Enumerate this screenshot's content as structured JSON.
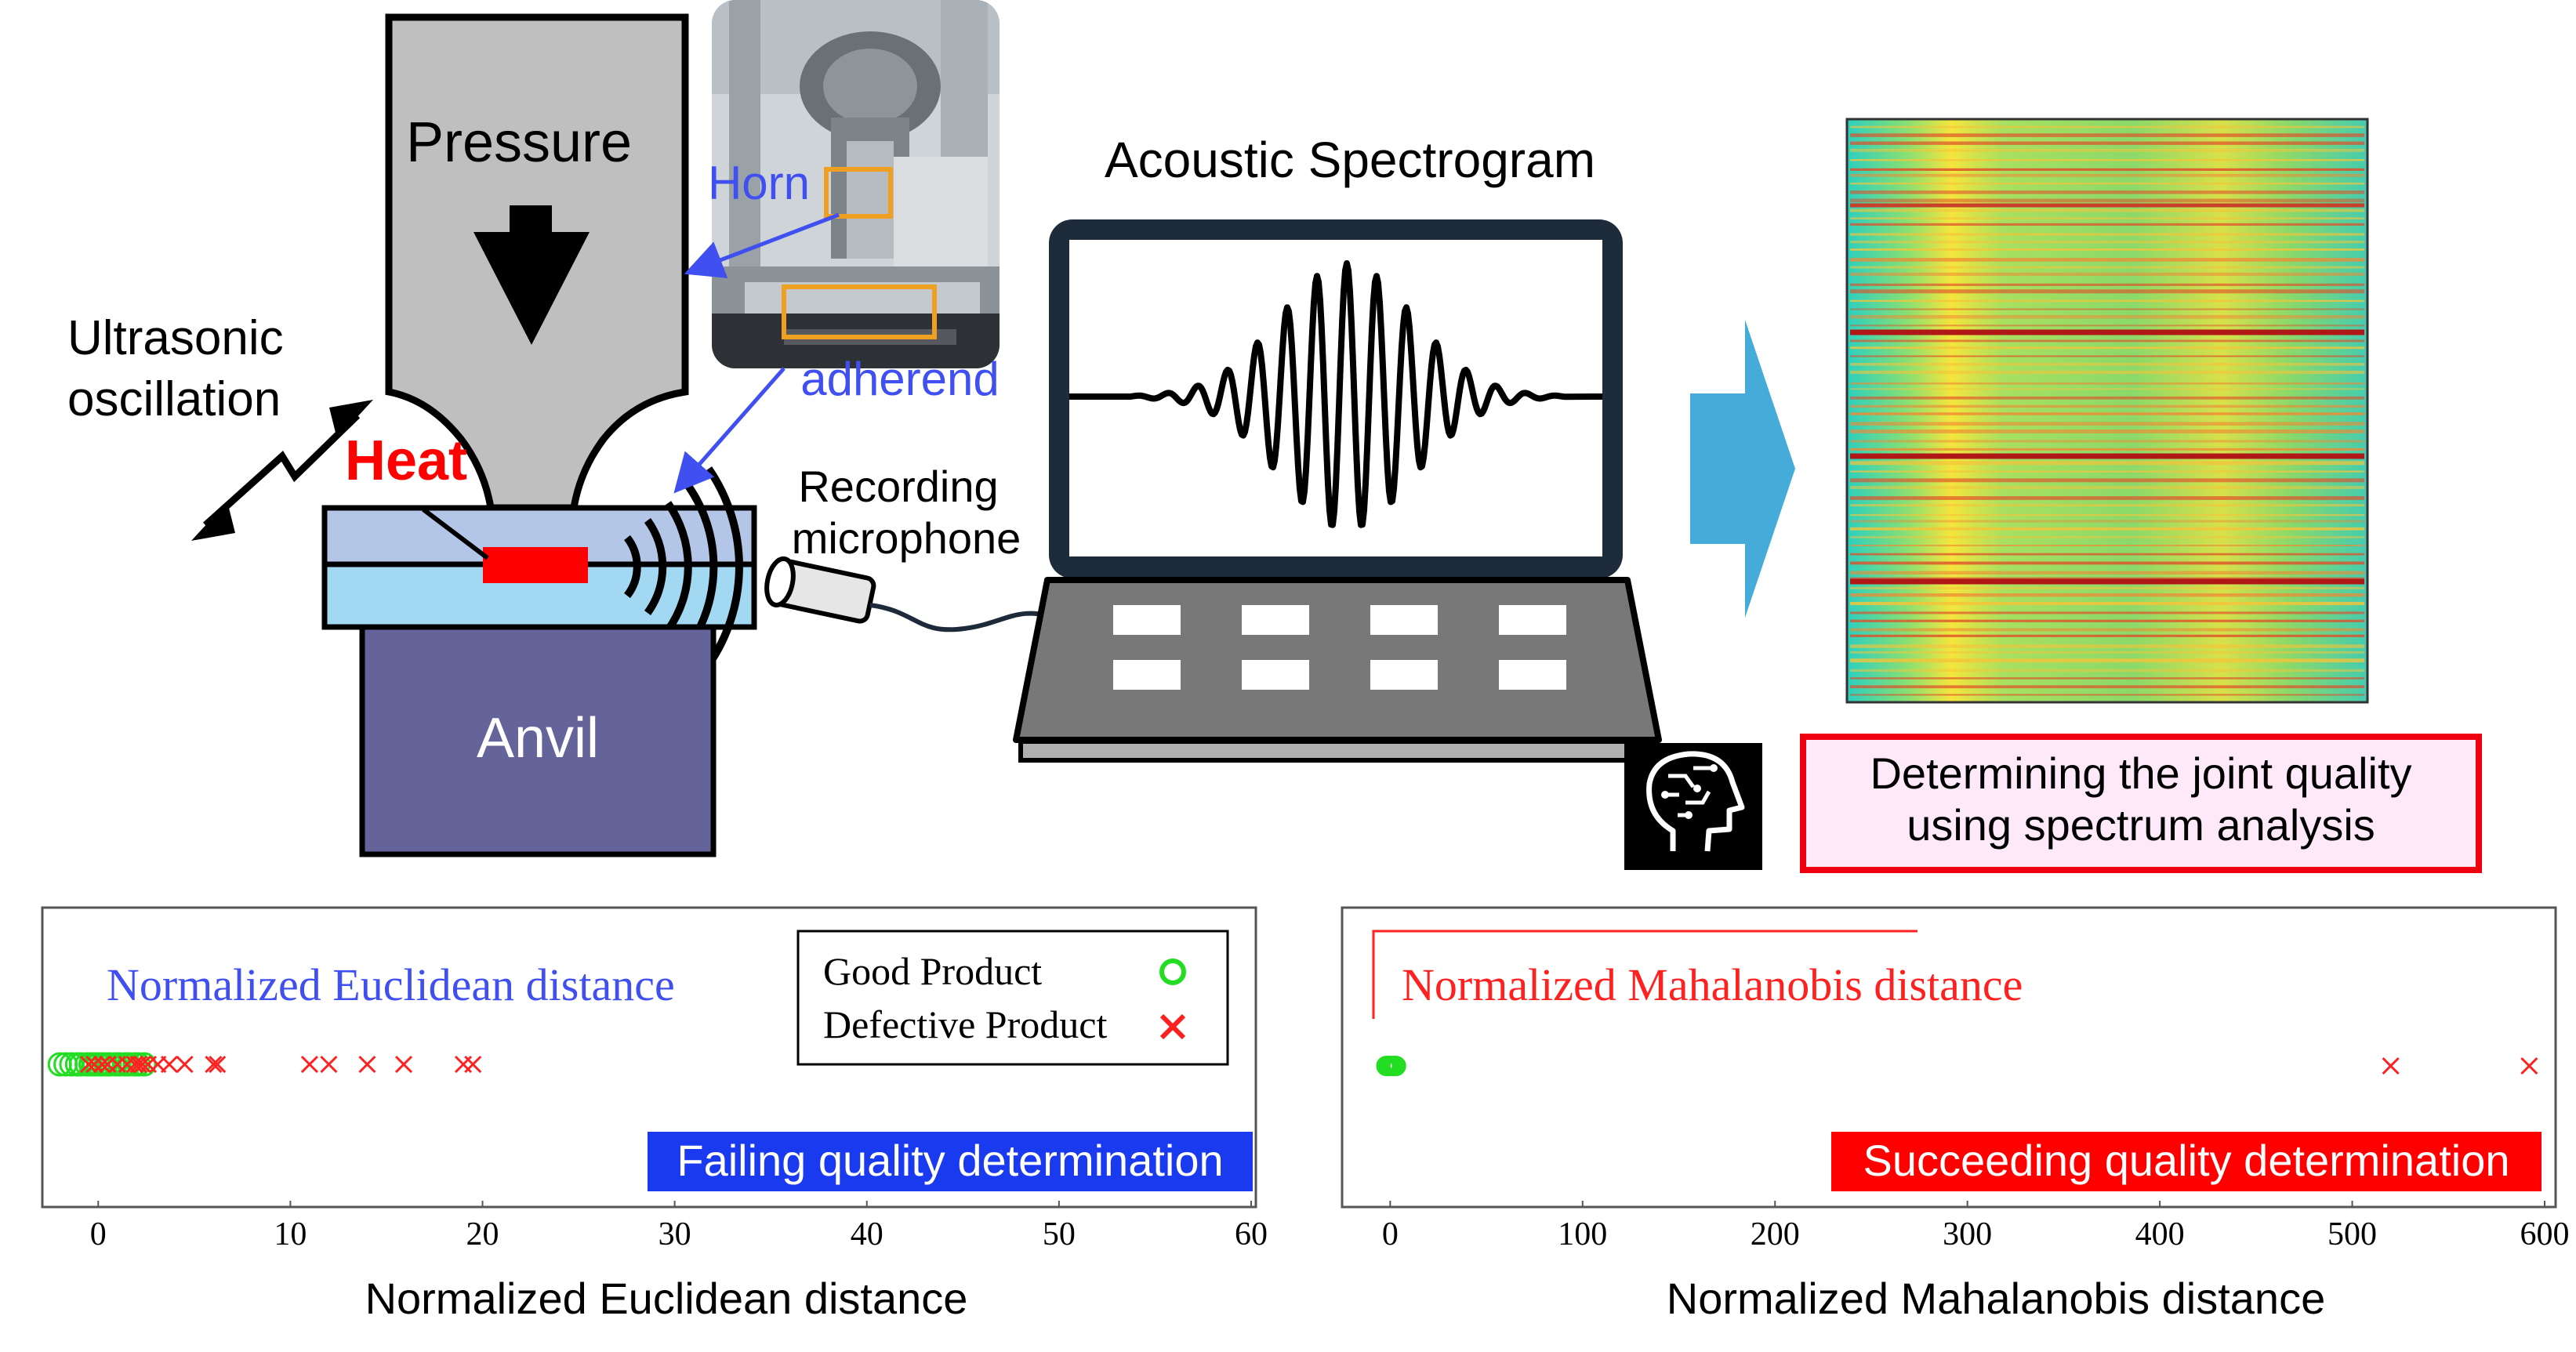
{
  "labels": {
    "pressure": "Pressure",
    "ultrasonic_line1": "Ultrasonic",
    "ultrasonic_line2": "oscillation",
    "heat": "Heat",
    "anvil": "Anvil",
    "horn": "Horn",
    "adherend": "adherend",
    "recording_line1": "Recording",
    "recording_line2": "microphone",
    "acoustic_spectrogram": "Acoustic Spectrogram",
    "determining_line1": "Determining the joint quality",
    "determining_line2": "using spectrum analysis"
  },
  "colors": {
    "pressure_block": "#bfbfbf",
    "anvil": "#64639a",
    "top_plate": "#b4c6e7",
    "bottom_plate": "#a3d8f2",
    "heat": "#ff0000",
    "arrow_blue": "#3f4ff0",
    "big_arrow": "#45acd9",
    "good": "#22dd22",
    "defective": "#ff2020",
    "fail_banner": "#1a3af0",
    "success_banner": "#ff0000",
    "decision_box_fill": "#fde9f8",
    "decision_box_border": "#ee0011"
  },
  "icons": {
    "arrow_down": "down-arrow-icon",
    "double_arrow": "double-arrow-icon",
    "ai_head": "ai-brain-head-icon",
    "microphone": "microphone-icon",
    "laptop": "laptop-icon"
  },
  "chart_data": [
    {
      "type": "scatter",
      "title": "Normalized Euclidean distance",
      "xlabel": "Normalized Euclidean distance",
      "xlim": [
        -2.5,
        60
      ],
      "xticks": [
        0,
        10,
        20,
        30,
        40,
        50,
        60
      ],
      "legend": {
        "placement": "top-right",
        "entries": [
          "Good Product",
          "Defective Product"
        ]
      },
      "series": [
        {
          "name": "Good Product",
          "marker": "o",
          "x": [
            -2.0,
            -1.7,
            -1.4,
            -1.1,
            -0.9,
            -0.6,
            -0.4,
            -0.2,
            0.0,
            0.2,
            0.4,
            0.6,
            0.9,
            1.1,
            1.4,
            1.6,
            1.9,
            2.1,
            2.4
          ]
        },
        {
          "name": "Defective Product",
          "marker": "x",
          "x": [
            -0.5,
            -0.2,
            0.2,
            0.5,
            1.0,
            1.5,
            1.9,
            2.1,
            2.3,
            2.6,
            3.1,
            3.7,
            4.5,
            6.0,
            6.2,
            11.0,
            12.0,
            14.0,
            15.9,
            19.0,
            19.5
          ]
        }
      ],
      "banner": "Failing quality determination"
    },
    {
      "type": "scatter",
      "title": "Normalized Mahalanobis distance",
      "xlabel": "Normalized Mahalanobis distance",
      "xlim": [
        -25,
        600
      ],
      "xticks": [
        0,
        100,
        200,
        300,
        400,
        500,
        600
      ],
      "series": [
        {
          "name": "Good Product",
          "marker": "o",
          "x": [
            -2,
            -1,
            0,
            1,
            2,
            3
          ]
        },
        {
          "name": "Defective Product",
          "marker": "x",
          "x": [
            520,
            592
          ]
        }
      ],
      "banner": "Succeeding quality determination"
    }
  ]
}
